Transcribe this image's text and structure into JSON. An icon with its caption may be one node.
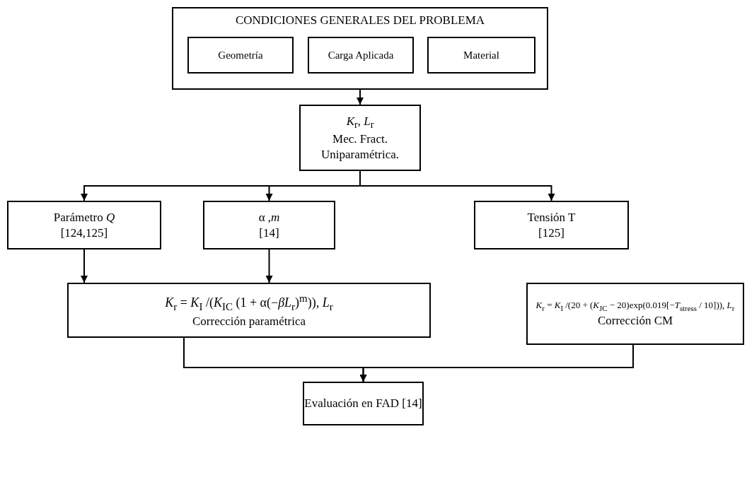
{
  "diagram": {
    "nodes": [
      {
        "text": [
          "CONDICIONES GENERALES DEL PROBLEMA"
        ]
      },
      {
        "text": [
          "Geometría"
        ],
        "in": 0
      },
      {
        "text": [
          "Carga Aplicada"
        ],
        "in": 0
      },
      {
        "text": [
          "Material"
        ],
        "in": 0
      },
      {
        "text": [
          "*K*$_{r}$, *L*$_{r}$",
          "Mec. Fract. Uniparamétrica."
        ]
      },
      {
        "text": [
          "Parámetro *Q*",
          "[124,125]"
        ]
      },
      {
        "text": [
          "α ,*m*",
          "[14]"
        ]
      },
      {
        "text": [
          "Tensión T",
          "[125]"
        ]
      },
      {
        "text": [
          "*K*$_{r}$ = *K*$_{I}$ /(*K*$_{IC}$ (1 + α(−*βL*$_{r}$)$^{m}$)), *L*$_{r}$",
          "Corrección paramétrica"
        ]
      },
      {
        "text": [
          "*K*$_{r}$ = *K*$_{I}$ /(20 + (*K*$_{JC}$ − 20)exp(0.019[−*T*$_{stress}$ / 10])), *L*$_{r}$",
          "Corrección CM"
        ]
      },
      {
        "text": [
          "Evaluación en FAD [14]"
        ]
      }
    ],
    "edges": [
      {
        "from": 0,
        "to": 4,
        "arrow": "to"
      },
      {
        "from": 4,
        "to": 5,
        "arrow": "to"
      },
      {
        "from": 4,
        "to": 6,
        "arrow": "to"
      },
      {
        "from": 4,
        "to": 7,
        "arrow": "to"
      },
      {
        "from": 5,
        "to": 8,
        "arrow": "to"
      },
      {
        "from": 6,
        "to": 8,
        "arrow": "to"
      },
      {
        "from": 8,
        "to": 10,
        "arrow": "to"
      },
      {
        "from": 9,
        "to": 10,
        "arrow": "to"
      }
    ]
  }
}
